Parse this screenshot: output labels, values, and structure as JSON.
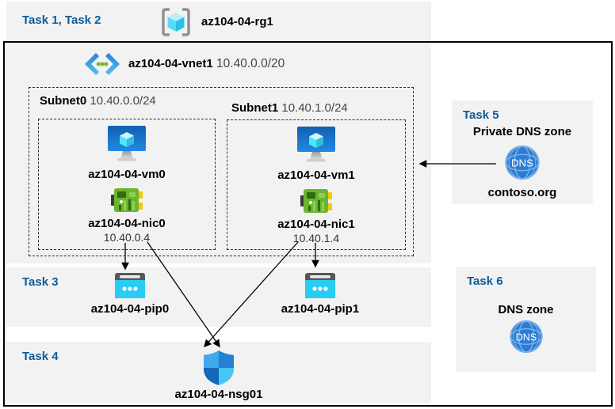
{
  "header": {
    "tasks": "Task 1, Task 2",
    "resource_group": "az104-04-rg1"
  },
  "vnet": {
    "name": "az104-04-vnet1",
    "cidr": "10.40.0.0/20"
  },
  "subnets": [
    {
      "name": "Subnet0",
      "cidr": "10.40.0.0/24",
      "vm": "az104-04-vm0",
      "nic": "az104-04-nic0",
      "nic_ip": "10.40.0.4"
    },
    {
      "name": "Subnet1",
      "cidr": "10.40.1.0/24",
      "vm": "az104-04-vm1",
      "nic": "az104-04-nic1",
      "nic_ip": "10.40.1.4"
    }
  ],
  "task3": {
    "label": "Task 3",
    "pip0": "az104-04-pip0",
    "pip1": "az104-04-pip1"
  },
  "task4": {
    "label": "Task 4",
    "nsg": "az104-04-nsg01"
  },
  "task5": {
    "label": "Task 5",
    "title": "Private DNS zone",
    "zone": "contoso.org",
    "icon_text": "DNS"
  },
  "task6": {
    "label": "Task 6",
    "title": "DNS zone",
    "icon_text": "DNS"
  },
  "icons": {
    "resource_group": "resource-group-icon",
    "virtual_network": "virtual-network-icon",
    "virtual_machine": "virtual-machine-icon",
    "network_interface": "nic-icon",
    "public_ip": "public-ip-icon",
    "nsg": "nsg-shield-icon",
    "dns": "dns-globe-icon"
  },
  "colors": {
    "task_label": "#0d5b99",
    "panel_bg": "#f2f2f2",
    "frame_border": "#000000",
    "vm_blue": "#1779d6",
    "nic_green": "#6db42d",
    "pip_cyan": "#29ccf2",
    "dns_blue": "#2b7cd3",
    "nsg_quadrants": [
      "#3fa8ee",
      "#2581d3",
      "#1667b8",
      "#45c8f5"
    ]
  }
}
